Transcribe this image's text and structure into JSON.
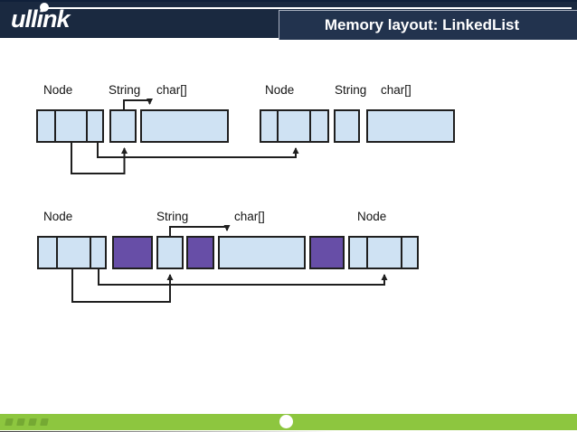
{
  "header": {
    "logo_text": "ullink",
    "title": "Memory layout: LinkedList"
  },
  "labels": {
    "node": "Node",
    "string": "String",
    "char_array": "char[]"
  },
  "colors": {
    "header_bg": "#1a2940",
    "header_top": "#10203a",
    "title_box_bg": "#22334e",
    "title_box_border": "#a8b0bf",
    "footer_green": "#8dc63f",
    "cell_blue": "#cfe2f3",
    "cell_purple": "#674ea7",
    "line_dark": "#1f1f1f"
  },
  "diagram": {
    "rows": [
      {
        "name": "scattered-layout",
        "blocks": [
          "Node (3 cells)",
          "String (1 cell)",
          "char[] (wide)",
          "Node (3 cells)",
          "String (1 cell)",
          "char[] (wide)"
        ],
        "arrows": [
          "String1 top -> char[]1 top",
          "Node1 middle cell -> String1 bottom",
          "Node1 last cell -> Node2 middle cell"
        ]
      },
      {
        "name": "contiguous-layout-with-purple-gaps",
        "blocks": [
          "Node (3 cells)",
          "purple block",
          "String (1 cell)",
          "purple block",
          "char[] (wide)",
          "purple block",
          "Node (3 cells)"
        ],
        "arrows": [
          "String top -> char[] top",
          "Node1 middle cell -> String bottom",
          "Node1 last cell -> Node2 middle cell"
        ]
      }
    ]
  }
}
